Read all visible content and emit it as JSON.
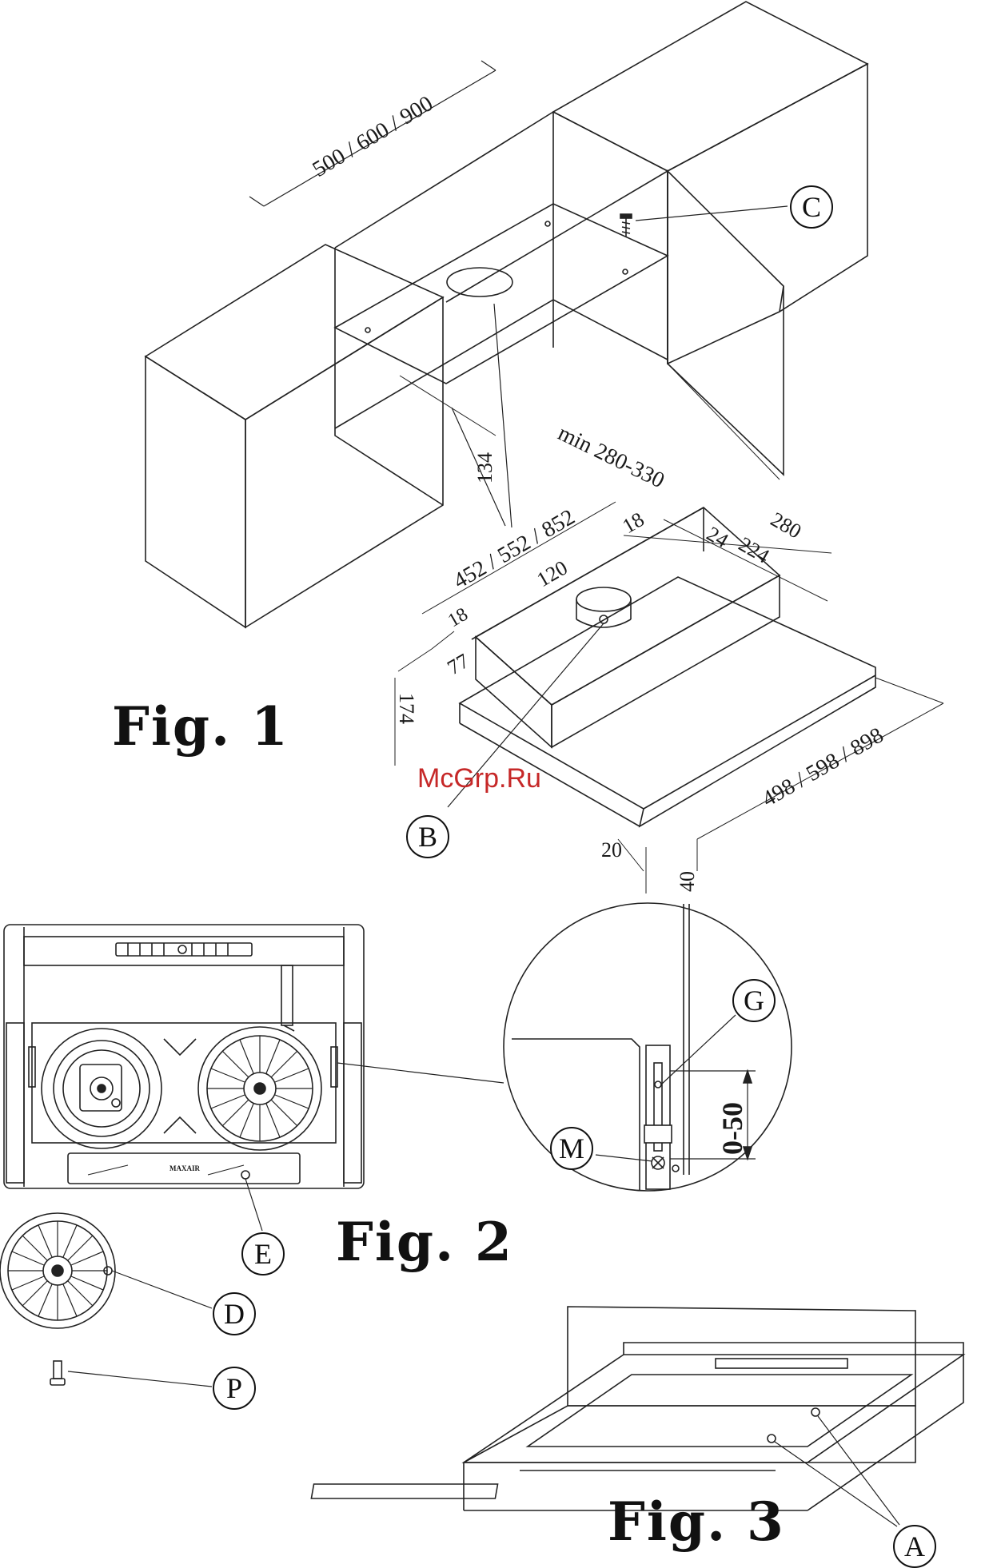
{
  "figures": {
    "fig1": {
      "title": "Fig. 1"
    },
    "fig2": {
      "title": "Fig. 2"
    },
    "fig3": {
      "title": "Fig. 3"
    }
  },
  "watermark": "McGrp.Ru",
  "callouts": {
    "a": "A",
    "b": "B",
    "c": "C",
    "d": "D",
    "e": "E",
    "g": "G",
    "m": "M",
    "p": "P"
  },
  "dimensions": {
    "cabinet_width": "500 / 600 / 900",
    "min_height": "min 280-330",
    "gap_134": "134",
    "hood_depth": "280",
    "dim_24": "24",
    "dim_224": "224",
    "dim_18_top": "18",
    "dim_120": "120",
    "hood_width": "452 / 552 / 852",
    "dim_18_left": "18",
    "dim_77": "77",
    "dim_174": "174",
    "front_width": "498 / 598 / 898",
    "dim_20": "20",
    "dim_40": "40",
    "adjust_range": "0-50"
  },
  "panel_label": "MAXAIR"
}
